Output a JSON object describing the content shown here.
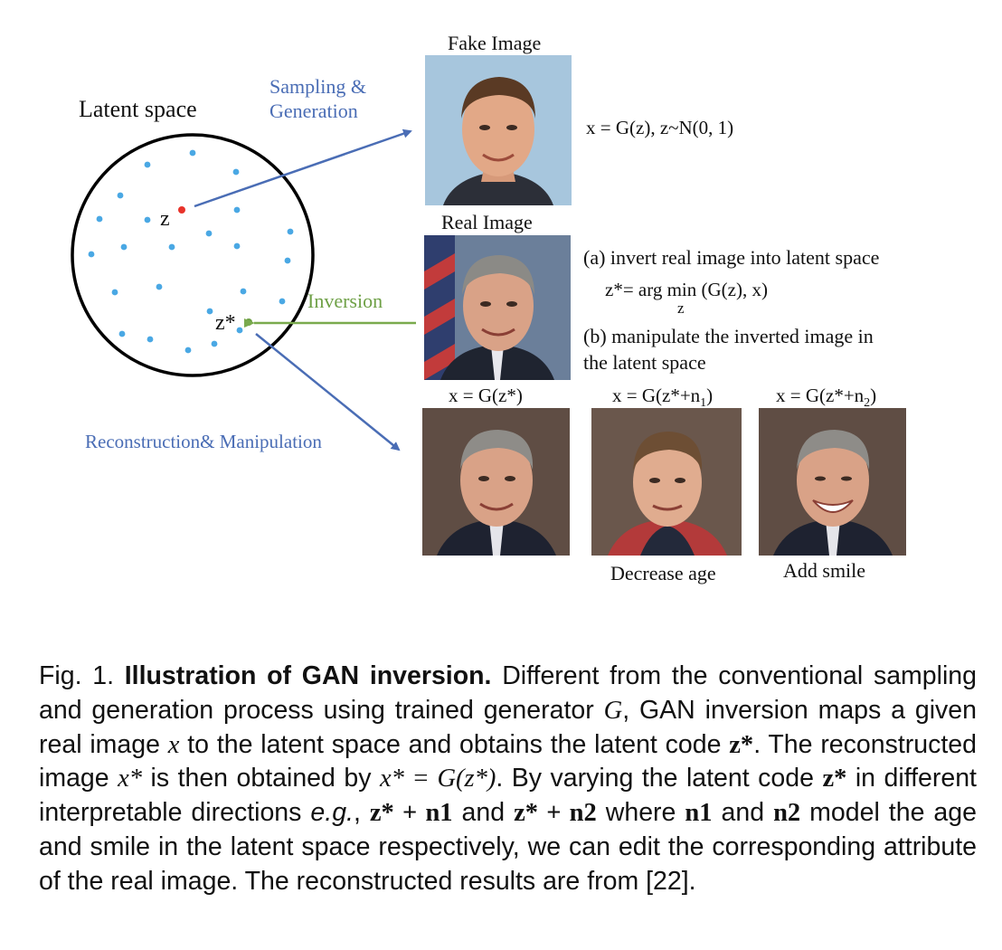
{
  "figure": {
    "latent_space_label": "Latent space",
    "z_label": "z",
    "zstar_label": "z*",
    "sampling_label_line1": "Sampling &",
    "sampling_label_line2": "Generation",
    "inversion_label": "Inversion",
    "reconstruction_label": "Reconstruction& Manipulation",
    "fake_image_title": "Fake Image",
    "real_image_title": "Real Image",
    "generation_equation": "x = G(z), z~N(0, 1)",
    "step_a": "(a) invert real image into latent space",
    "inversion_equation": "z*= arg min (G(z), x)",
    "argmin_subscript": "z",
    "step_b_line1": "(b) manipulate the inverted image in",
    "step_b_line2": "the latent space",
    "recon_eq_1": "x = G(z*)",
    "recon_eq_2_prefix": "x = G(z*+n",
    "recon_eq_2_sub": "1",
    "recon_eq_2_suffix": ")",
    "recon_eq_3_prefix": "x = G(z*+n",
    "recon_eq_3_sub": "2",
    "recon_eq_3_suffix": ")",
    "decrease_age_label": "Decrease age",
    "add_smile_label": "Add smile",
    "colors": {
      "dot_blue": "#4aa8e4",
      "dot_red": "#e8332a",
      "dot_green": "#6ea046",
      "arrow_blue": "#4a6db5",
      "arrow_green": "#7aaa4e"
    }
  },
  "caption": {
    "fig_num": "Fig. 1.",
    "title": "Illustration of GAN inversion.",
    "t1": "Different from the conventional sampling and generation process using trained generator",
    "G": "G",
    "t2": ", GAN inversion maps a given real image",
    "x": "x",
    "t3": "to the latent space and obtains the latent code",
    "zstar": "z*",
    "t4": ". The reconstructed image",
    "xstar": "x*",
    "t5": "is then obtained by",
    "eq": "x* = G(z*)",
    "t6": ". By varying the latent code",
    "t7": "in different interpretable directions",
    "eg": "e.g.",
    "t8": ",",
    "zn1": "z* + n1",
    "and1": "and",
    "zn2": "z* + n2",
    "t9": "where",
    "n1": "n1",
    "and2": "and",
    "n2": "n2",
    "t10": "model the age and smile in the latent space respectively, we can edit the corresponding attribute of the real image. The reconstructed results are from [22]."
  }
}
